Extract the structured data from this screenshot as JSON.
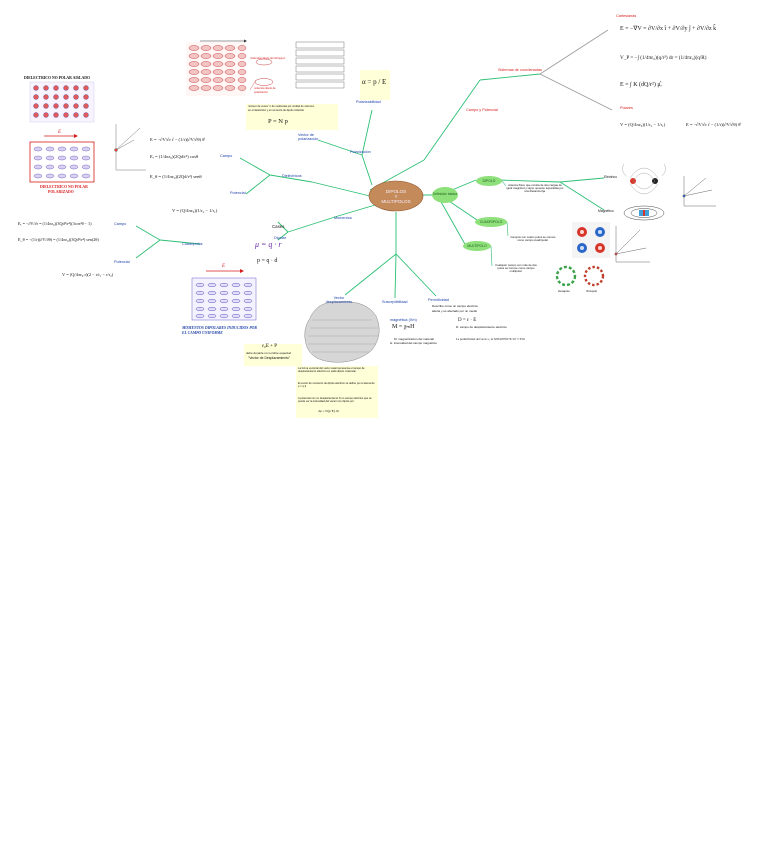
{
  "center": {
    "line1": "DIPOLOS",
    "line2": "Y",
    "line3": "MULTIPOLOS"
  },
  "colors": {
    "connector": "#2dbf73",
    "center_fill": "#c58a5a",
    "green_node": "#8ee07a",
    "label_blue": "#1b3fa8",
    "label_red": "#d81b1b"
  },
  "top_left": {
    "dielectric_title": "DIELECTRICO NO POLAR AISLADO",
    "polarized_title1": "DIELECTRICO NO POLAR",
    "polarized_title2": "POLARIZADO",
    "e_mark": "E"
  },
  "dielectric_branch": {
    "label": "Dieléctricos",
    "campo": "Campo",
    "potencial": "Potencial",
    "eq_E": "E = −∂V/∂r r̂ − (1/r)(∂V/∂θ) θ̂",
    "eq_Er": "Eᵣ = (1/4πε₀)(2Qd/r³) cosθ",
    "eq_Etheta": "E_θ = (1/4πε₀)(2Qd/r³) senθ",
    "eq_V": "V = (Q/4πε₀)(1/r₂ − 1/r₁)"
  },
  "quadrupole_branch": {
    "label": "Cuadrípolos",
    "campo": "Campo",
    "potencial": "Potencial",
    "eq_Er": "Eᵣ = −∂V/∂r = (1/4πε₀)(3Qd²/r⁴)(3cos²θ − 1)",
    "eq_Etheta": "E_θ = −(1/r)(∂V/∂θ) = (1/4πε₀)(3Qd²/r⁴) sen(2θ)",
    "eq_V": "V = (Q/4πε₀ r)(2 − r/r₁ − r/r₂)"
  },
  "bottom_left": {
    "caption1": "MOMENTOS DIPOLARES INDUCIDOS POR",
    "caption2": "EL CAMPO UNIFORME",
    "e_mark": "E"
  },
  "top_center": {
    "vector_label": "Vector de polarización",
    "molecule_note1": "moléculas dipolo de hidrógeno",
    "molecule_note2": "molécula dipolo de",
    "molecule_note3": "polarización",
    "p_note1": "número de veces 'n' de moléculas por unidad de volumen",
    "p_note2": "en el dieléctrico y el momento de dipolo inducido",
    "eq_P": "P = N p",
    "polarizabilidad": "Polarizabilidad",
    "eq_alpha": "α = p / E",
    "polarizacion": "Polarización"
  },
  "middle": {
    "dielectricos": "Dieléctricos",
    "momentos": "Momentos",
    "dipolar": "Dipolar",
    "cases": "Cases",
    "eq_mu": "μ = q · r",
    "eq_p": "p = q · d"
  },
  "right": {
    "campo_potencial": "Campo y Potencial",
    "sistemas": "Sistemas de coordenadas",
    "cartesianas": "Cartesianas",
    "polares": "Polares",
    "eq_cart1": "E = −∇V = ∂V/∂x î + ∂V/∂y ĵ + ∂V/∂z k̂",
    "eq_cart2": "V_P = −∫ (1/4πε₀)(q/r²) dr = (1/4πε₀)(q/R)",
    "eq_cart3": "E = ∫ K (dQ/r²) μ̂ᵣ",
    "eq_pol1": "V = (Q/4πε₀)(1/r₂ − 1/r₁)",
    "eq_pol2": "E = −∂V/∂r r̂ − (1/r)(∂V/∂θ) θ̂",
    "definicion": "Definición básica",
    "dipolo": "DIPOLO",
    "cuadripolo": "CUADRIPOLO",
    "multipolo": "MULTIPOLO",
    "dipolo_desc": "sistema físico que consta de dos cargas de igual magnitud y signo opuesto separadas por una distancia fija.",
    "cuadripolo_desc": "Campos con cuatro polos se conoce como campo cuadripolar.",
    "multipolo_desc": "Cualquier campo con más de dos polos se conoce como campo multipolar.",
    "electrico": "Eléctrico",
    "magnetico": "Magnético",
    "hexapolo": "Hexapolo",
    "octupolo": "Octupolo"
  },
  "bottom_center": {
    "vector_desp": "Vector desplazamiento",
    "susceptibilidad": "Susceptibilidad",
    "permitividad": "Permitividad",
    "eq_D": "ε₀E + P",
    "d_note1": "debe donarle un nombre especial:",
    "d_note2": "\"Vector de Desplazamiento\"",
    "gauss1": "La forma vectorial del vector axial representa el campo de desplazamiento eléctrico en cada dipolo molecular",
    "gauss2": "El vector de momento de dipolo eléctrico se define por el elemento p = q·d",
    "gauss3": "A potencial con un desplazamiento D un campo eléctrico que se puede ver la intensidad del vector con dipolo por",
    "gauss_eq": "dφ = N(p·E) dv",
    "magnetica": "magnética (Xm)",
    "eq_M": "M = χₘH",
    "m_note1": "M: magnetización del material",
    "m_note2": "H: intensidad del campo magnético",
    "perm_desc1": "Describe cómo un campo eléctrico",
    "perm_desc2": "afecta y es afectado por un medio",
    "eq_DE": "D = ε · E",
    "d_label": "D: campo de desplazamiento eléctrico",
    "perm_vacuum": "La permitividad del vacío ε₀ es 8,8541878176×10⁻¹² F/m"
  }
}
